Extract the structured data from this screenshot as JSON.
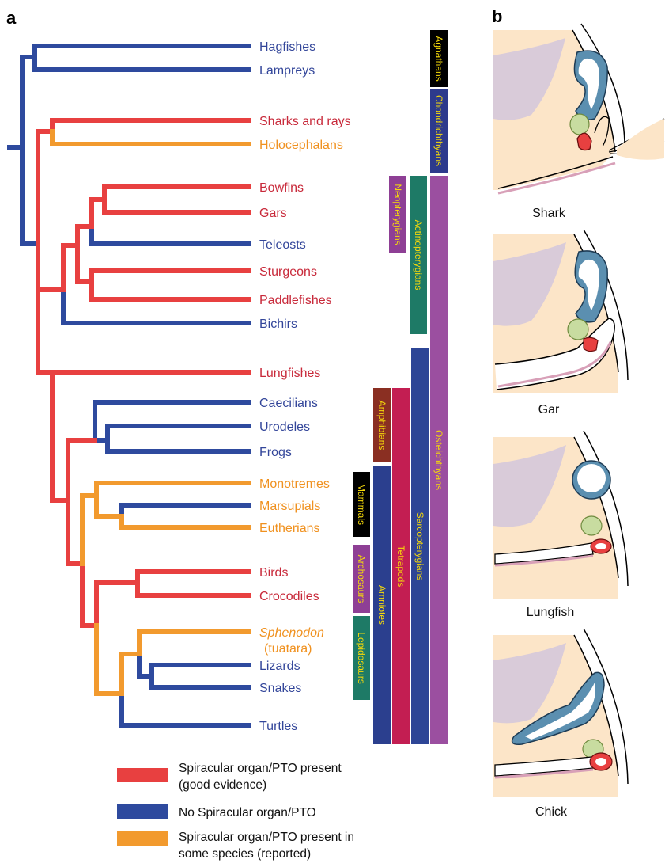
{
  "panels": {
    "a": "a",
    "b": "b"
  },
  "colors": {
    "present": "#e84040",
    "absent": "#2e4a9e",
    "some": "#f29a2e",
    "label_blue": "#33469a",
    "label_red": "#c8293a",
    "label_orange": "#f0911f"
  },
  "taxa": [
    {
      "key": "hagfishes",
      "label": "Hagfishes",
      "state": "absent"
    },
    {
      "key": "lampreys",
      "label": "Lampreys",
      "state": "absent"
    },
    {
      "key": "sharks",
      "label": "Sharks and rays",
      "state": "present"
    },
    {
      "key": "holocephalans",
      "label": "Holocephalans",
      "state": "some"
    },
    {
      "key": "bowfins",
      "label": "Bowfins",
      "state": "present"
    },
    {
      "key": "gars",
      "label": "Gars",
      "state": "present"
    },
    {
      "key": "teleosts",
      "label": "Teleosts",
      "state": "absent"
    },
    {
      "key": "sturgeons",
      "label": "Sturgeons",
      "state": "present"
    },
    {
      "key": "paddlefishes",
      "label": "Paddlefishes",
      "state": "present"
    },
    {
      "key": "bichirs",
      "label": "Bichirs",
      "state": "absent"
    },
    {
      "key": "lungfishes",
      "label": "Lungfishes",
      "state": "present"
    },
    {
      "key": "caecilians",
      "label": "Caecilians",
      "state": "absent"
    },
    {
      "key": "urodeles",
      "label": "Urodeles",
      "state": "absent"
    },
    {
      "key": "frogs",
      "label": "Frogs",
      "state": "absent"
    },
    {
      "key": "monotremes",
      "label": "Monotremes",
      "state": "some"
    },
    {
      "key": "marsupials",
      "label": "Marsupials",
      "state": "some"
    },
    {
      "key": "eutherians",
      "label": "Eutherians",
      "state": "some"
    },
    {
      "key": "birds",
      "label": "Birds",
      "state": "present"
    },
    {
      "key": "crocodiles",
      "label": "Crocodiles",
      "state": "present"
    },
    {
      "key": "sphenodon",
      "label": "Sphenodon",
      "label2": "(tuatara)",
      "state": "some"
    },
    {
      "key": "lizards",
      "label": "Lizards",
      "state": "absent"
    },
    {
      "key": "snakes",
      "label": "Snakes",
      "state": "absent"
    },
    {
      "key": "turtles",
      "label": "Turtles",
      "state": "absent"
    }
  ],
  "groups": [
    {
      "key": "agnathans",
      "label": "Agnathans",
      "bg": "#000000",
      "fg": "#f5d90a"
    },
    {
      "key": "chondrichthyans",
      "label": "Chondrichthyans",
      "bg": "#2d3a8c",
      "fg": "#f5d90a"
    },
    {
      "key": "osteichthyans",
      "label": "Osteichthyans",
      "bg": "#9b4fa0",
      "fg": "#f5d90a"
    },
    {
      "key": "neopterygians",
      "label": "Neopterygians",
      "bg": "#8e3f95",
      "fg": "#f5d90a"
    },
    {
      "key": "actinopterygians",
      "label": "Actinopterygians",
      "bg": "#1e7a66",
      "fg": "#f5d90a"
    },
    {
      "key": "sarcopterygians",
      "label": "Sarcopterygians",
      "bg": "#2d4596",
      "fg": "#f5d90a"
    },
    {
      "key": "amphibians",
      "label": "Amphibians",
      "bg": "#8a2f22",
      "fg": "#f5d90a"
    },
    {
      "key": "tetrapods",
      "label": "Tetrapods",
      "bg": "#c31e52",
      "fg": "#f5d90a"
    },
    {
      "key": "amniotes",
      "label": "Amniotes",
      "bg": "#2b3f8e",
      "fg": "#f5d90a"
    },
    {
      "key": "mammals",
      "label": "Mammals",
      "bg": "#000000",
      "fg": "#f5d90a"
    },
    {
      "key": "archosaurs",
      "label": "Archosaurs",
      "bg": "#8e3f95",
      "fg": "#f5d90a"
    },
    {
      "key": "lepidosaurs",
      "label": "Lepidosaurs",
      "bg": "#1e7a66",
      "fg": "#f5d90a"
    }
  ],
  "legend": [
    {
      "key": "present",
      "line1": "Spiracular organ/PTO present",
      "line2": "(good evidence)"
    },
    {
      "key": "absent",
      "line1": "No Spiracular organ/PTO",
      "line2": ""
    },
    {
      "key": "some",
      "line1": "Spiracular organ/PTO present in",
      "line2": "some species (reported)"
    }
  ],
  "sketches": [
    {
      "key": "shark",
      "label": "Shark"
    },
    {
      "key": "gar",
      "label": "Gar"
    },
    {
      "key": "lungfish",
      "label": "Lungfish"
    },
    {
      "key": "chick",
      "label": "Chick"
    }
  ]
}
